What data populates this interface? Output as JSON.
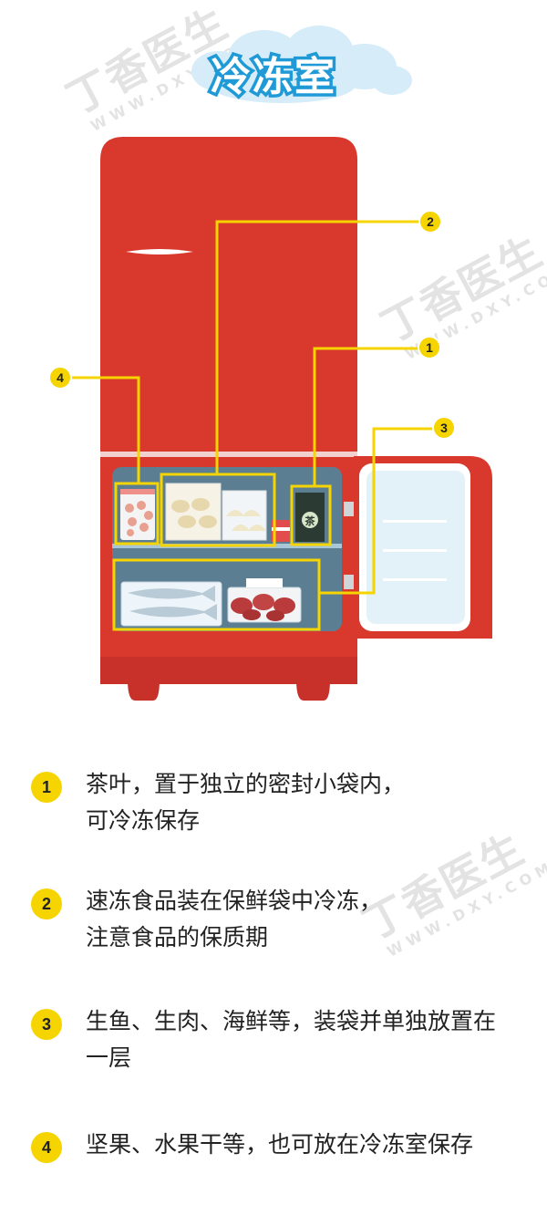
{
  "title": "冷冻室",
  "watermark": {
    "brand_cn": "丁香医生",
    "brand_en": "WWW.DXY.COM"
  },
  "callouts": [
    {
      "number": "1"
    },
    {
      "number": "2"
    },
    {
      "number": "3"
    },
    {
      "number": "4"
    }
  ],
  "tea_label": "茶",
  "items": [
    {
      "number": "1",
      "line1": "茶叶，置于独立的密封小袋内，",
      "line2": "可冷冻保存"
    },
    {
      "number": "2",
      "line1": "速冻食品装在保鲜袋中冷冻，",
      "line2": "注意食品的保质期"
    },
    {
      "number": "3",
      "line1": "生鱼、生肉、海鲜等，装袋并单独放置在",
      "line2": "一层"
    },
    {
      "number": "4",
      "line1": "坚果、水果干等，也可放在冷冻室保存",
      "line2": ""
    }
  ],
  "colors": {
    "fridge_red": "#d9382c",
    "frame_blue": "#5b7e93",
    "callout_yellow": "#f5d400",
    "title_stroke": "#1f9ad6"
  }
}
